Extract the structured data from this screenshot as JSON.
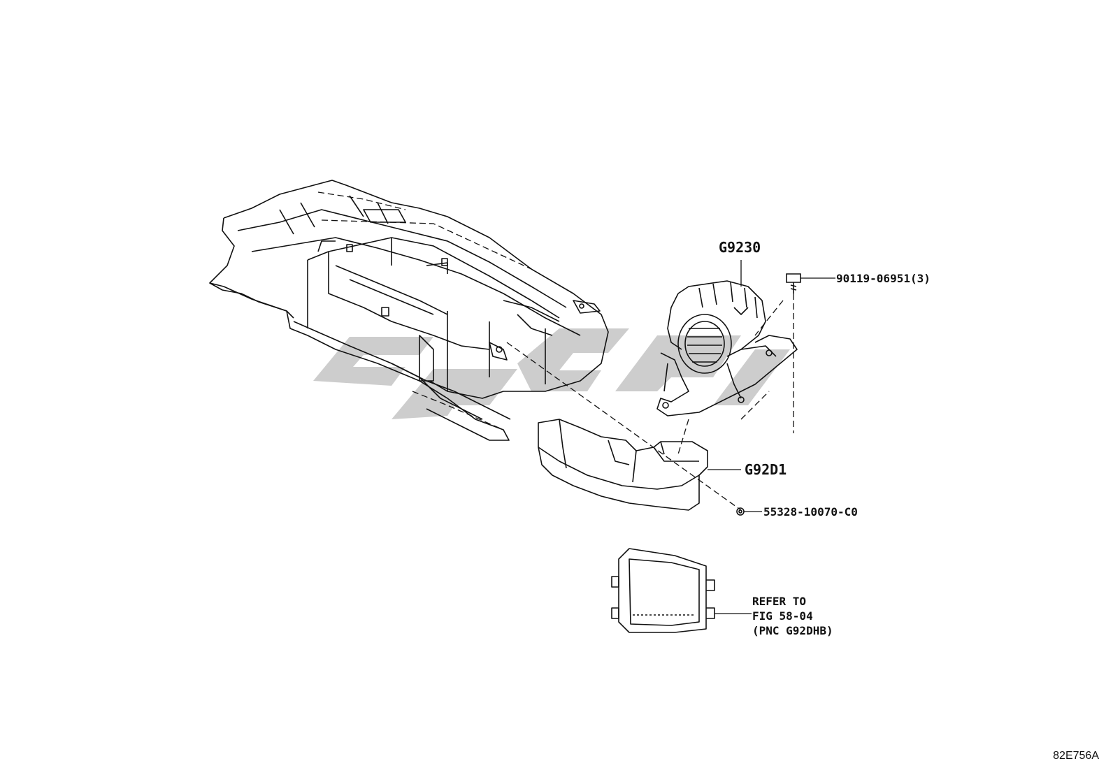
{
  "diagram": {
    "figure_id": "82E756A",
    "callouts": {
      "blower": "G9230",
      "screw": "90119-06951(3)",
      "duct": "G92D1",
      "clip": "55328-10070-C0",
      "refer_line1": "REFER TO",
      "refer_line2": "FIG 58-04",
      "refer_line3": "(PNC G92DHB)"
    },
    "watermark_color": "#c8c8c8",
    "line_color": "#111111"
  }
}
